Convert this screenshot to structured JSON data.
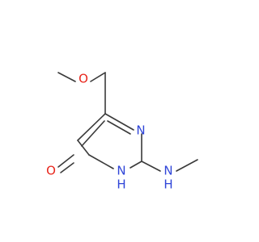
{
  "molecule": {
    "atoms": {
      "o_methoxy": {
        "label": "O",
        "color": "#e8261c"
      },
      "n_ring_upper": {
        "label": "N",
        "color": "#2f45d8"
      },
      "n_ring_lower": {
        "label": "N",
        "color": "#2f45d8"
      },
      "h_ring_lower": {
        "label": "H",
        "color": "#2f45d8"
      },
      "n_amino": {
        "label": "N",
        "color": "#2f45d8"
      },
      "h_amino": {
        "label": "H",
        "color": "#2f45d8"
      },
      "o_carbonyl": {
        "label": "O",
        "color": "#e8261c"
      }
    },
    "bond_color": "#3a3a3a"
  }
}
